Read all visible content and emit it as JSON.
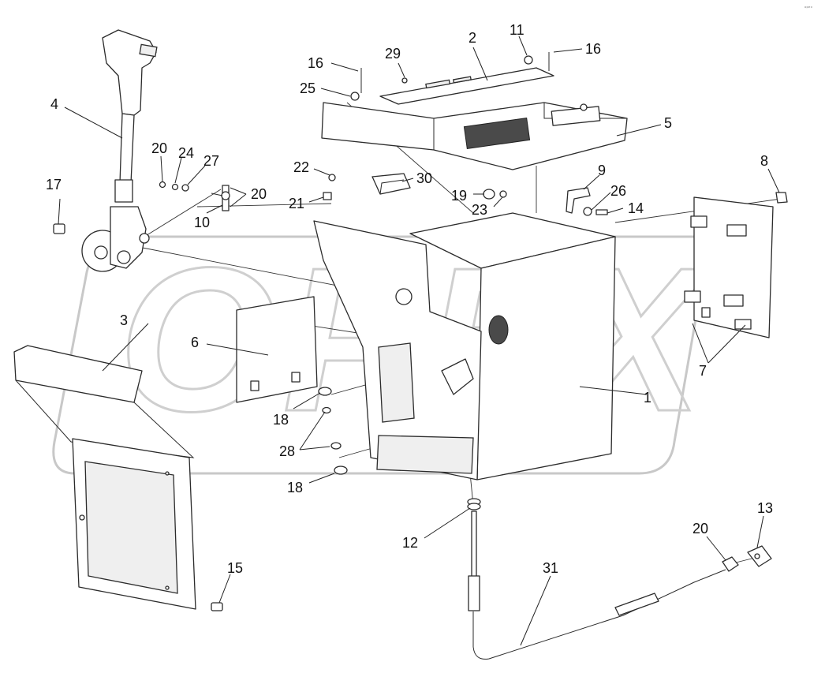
{
  "watermark": "OPEX",
  "corner_mark": "ᵒᵖᵉˣ",
  "labels": {
    "l1": "1",
    "l2": "2",
    "l3": "3",
    "l4": "4",
    "l5": "5",
    "l6": "6",
    "l7": "7",
    "l8": "8",
    "l9": "9",
    "l10": "10",
    "l11": "11",
    "l12": "12",
    "l13": "13",
    "l14": "14",
    "l15": "15",
    "l16a": "16",
    "l16b": "16",
    "l17": "17",
    "l18a": "18",
    "l18b": "18",
    "l19": "19",
    "l20a": "20",
    "l20b": "20",
    "l20c": "20",
    "l21": "21",
    "l22": "22",
    "l23": "23",
    "l24": "24",
    "l25": "25",
    "l26": "26",
    "l27": "27",
    "l28": "28",
    "l29": "29",
    "l30": "30",
    "l31": "31"
  }
}
